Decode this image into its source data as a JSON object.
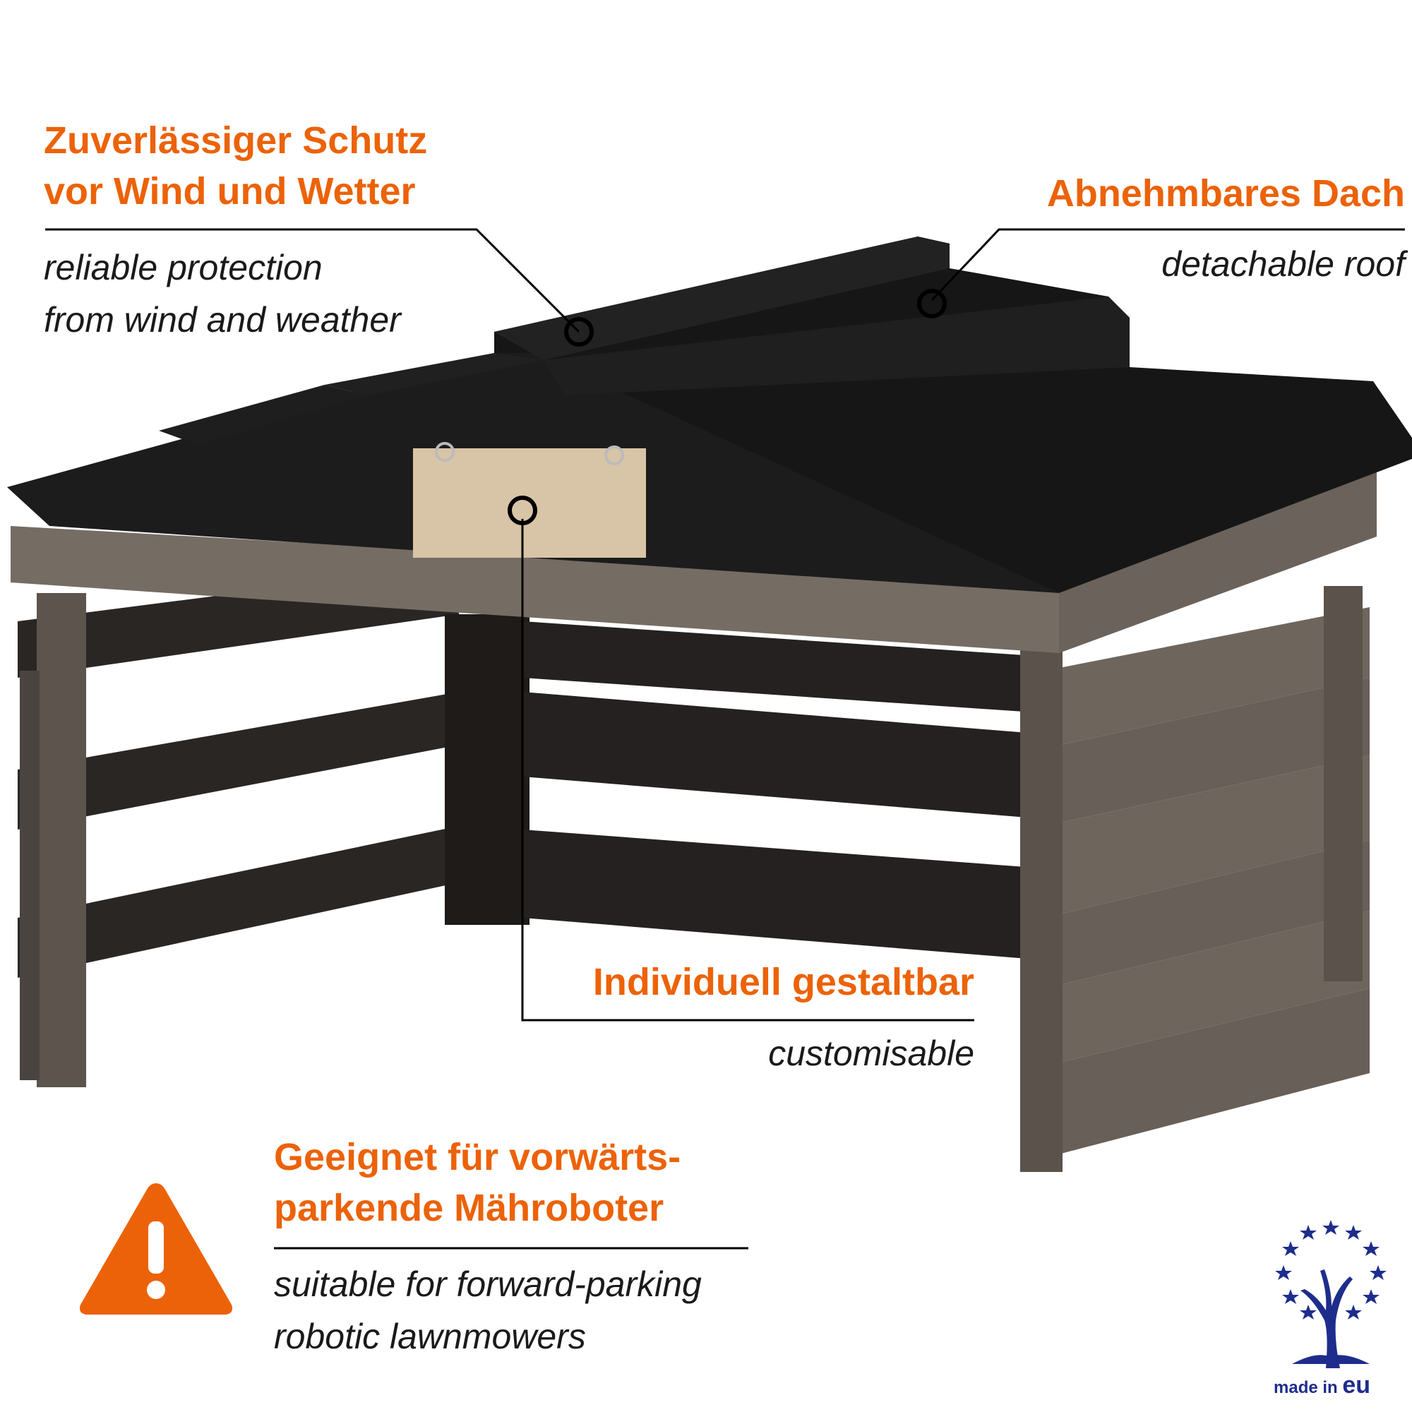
{
  "colors": {
    "accent": "#ec6208",
    "text": "#1a1a1a",
    "roof": "#1c1c1c",
    "frame": "#6e655d",
    "eu_blue": "#1e2d8c"
  },
  "callouts": {
    "protection": {
      "title_lines": [
        "Zuverlässiger Schutz",
        "vor Wind und Wetter"
      ],
      "subtitle_lines": [
        "reliable protection",
        "from wind and weather"
      ]
    },
    "roof": {
      "title": "Abnehmbares Dach",
      "subtitle": "detachable roof"
    },
    "custom": {
      "title": "Individuell gestaltbar",
      "subtitle": "customisable"
    },
    "robot": {
      "title_lines": [
        "Geeignet für vorwärts-",
        "parkende Mähroboter"
      ],
      "subtitle_lines": [
        "suitable for forward-parking",
        "robotic lawnmowers"
      ]
    }
  },
  "badge": {
    "text": "made in ",
    "emphasis": "eu"
  },
  "icons": {
    "warning": "warning-icon",
    "made_in_eu": "made-in-eu-icon"
  }
}
